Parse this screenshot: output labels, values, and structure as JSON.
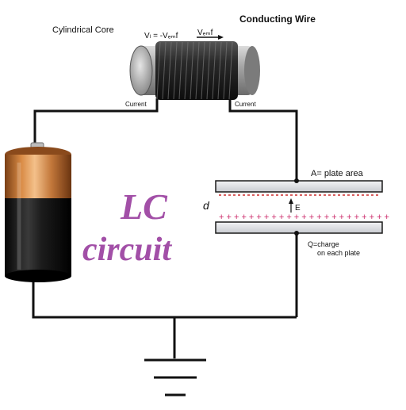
{
  "inductor": {
    "core_label": "Cylindrical Core",
    "wire_label": "Conducting Wire",
    "voltage_label": "Vₗ = -Vₑₘf",
    "emf_label": "Vₑₘf",
    "current_left_label": "Current",
    "current_right_label": "Current"
  },
  "capacitor": {
    "area_label": "A= plate area",
    "distance_label": "d",
    "field_label": "E",
    "charge_label_line1": "Q=charge",
    "charge_label_line2": "on each plate",
    "plus_signs": "+ + + + + + + + + + + + + + + + + + + + + + +"
  },
  "title": {
    "line1": "LC",
    "line2": "circuit",
    "color": "#a24fa7"
  },
  "colors": {
    "wire": "#111111",
    "battery_top": "#c2773a",
    "battery_body": "#1a1a1a",
    "plate": "#d8dadf",
    "minus_dash": "#cc2a2a",
    "plus_sign": "#cc2a6a"
  }
}
